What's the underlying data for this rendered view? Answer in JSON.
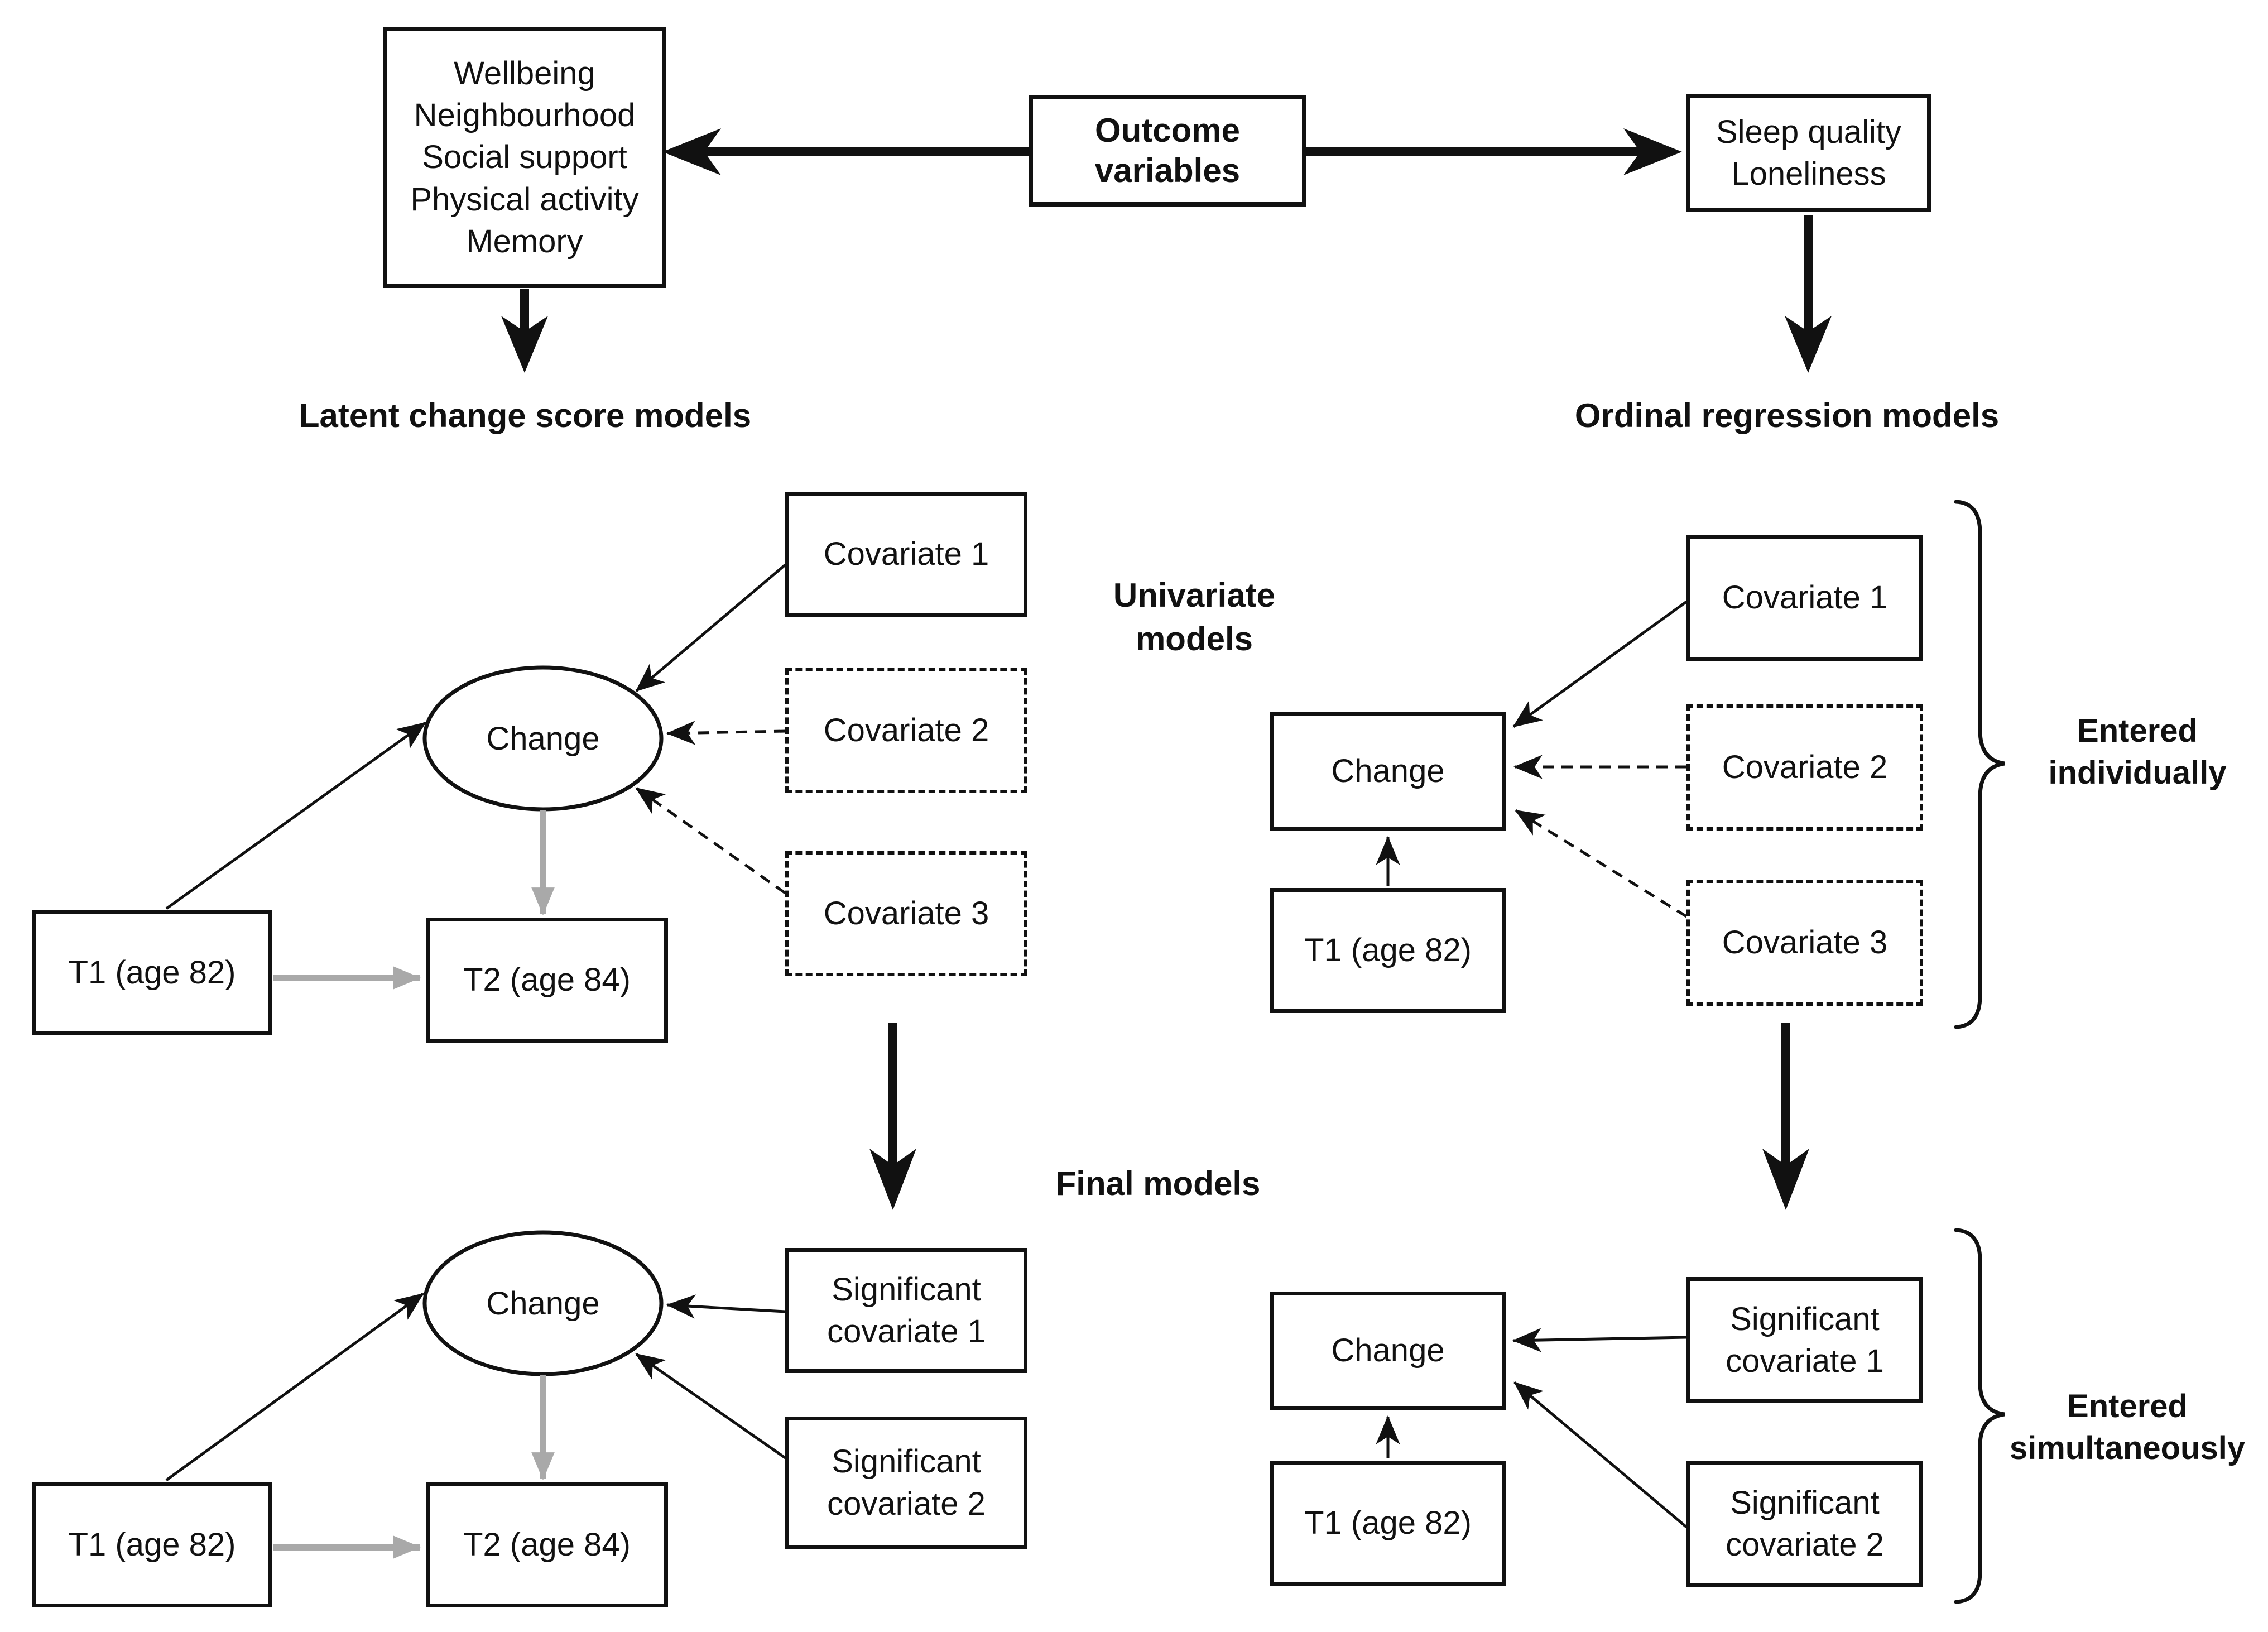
{
  "top": {
    "left_box": "Wellbeing\nNeighbourhood\nSocial support\nPhysical activity\nMemory",
    "center_box": "Outcome\nvariables",
    "right_box": "Sleep quality\nLoneliness",
    "left_branch_label": "Latent change score models",
    "right_branch_label": "Ordinal regression models"
  },
  "labels": {
    "univariate": "Univariate\nmodels",
    "final": "Final models",
    "entered_individually": "Entered\nindividually",
    "entered_simultaneously": "Entered\nsimultaneously"
  },
  "lcs_univariate": {
    "cov1": "Covariate 1",
    "cov2": "Covariate 2",
    "cov3": "Covariate 3",
    "change": "Change",
    "t1": "T1 (age 82)",
    "t2": "T2 (age 84)"
  },
  "ord_univariate": {
    "cov1": "Covariate 1",
    "cov2": "Covariate 2",
    "cov3": "Covariate 3",
    "change": "Change",
    "t1": "T1 (age 82)"
  },
  "lcs_final": {
    "sig1": "Significant\ncovariate 1",
    "sig2": "Significant\ncovariate 2",
    "change": "Change",
    "t1": "T1 (age 82)",
    "t2": "T2 (age 84)"
  },
  "ord_final": {
    "sig1": "Significant\ncovariate 1",
    "sig2": "Significant\ncovariate 2",
    "change": "Change",
    "t1": "T1 (age 82)"
  },
  "colors": {
    "ink": "#111111",
    "gray_path": "#a9a9a9",
    "background": "#ffffff"
  }
}
